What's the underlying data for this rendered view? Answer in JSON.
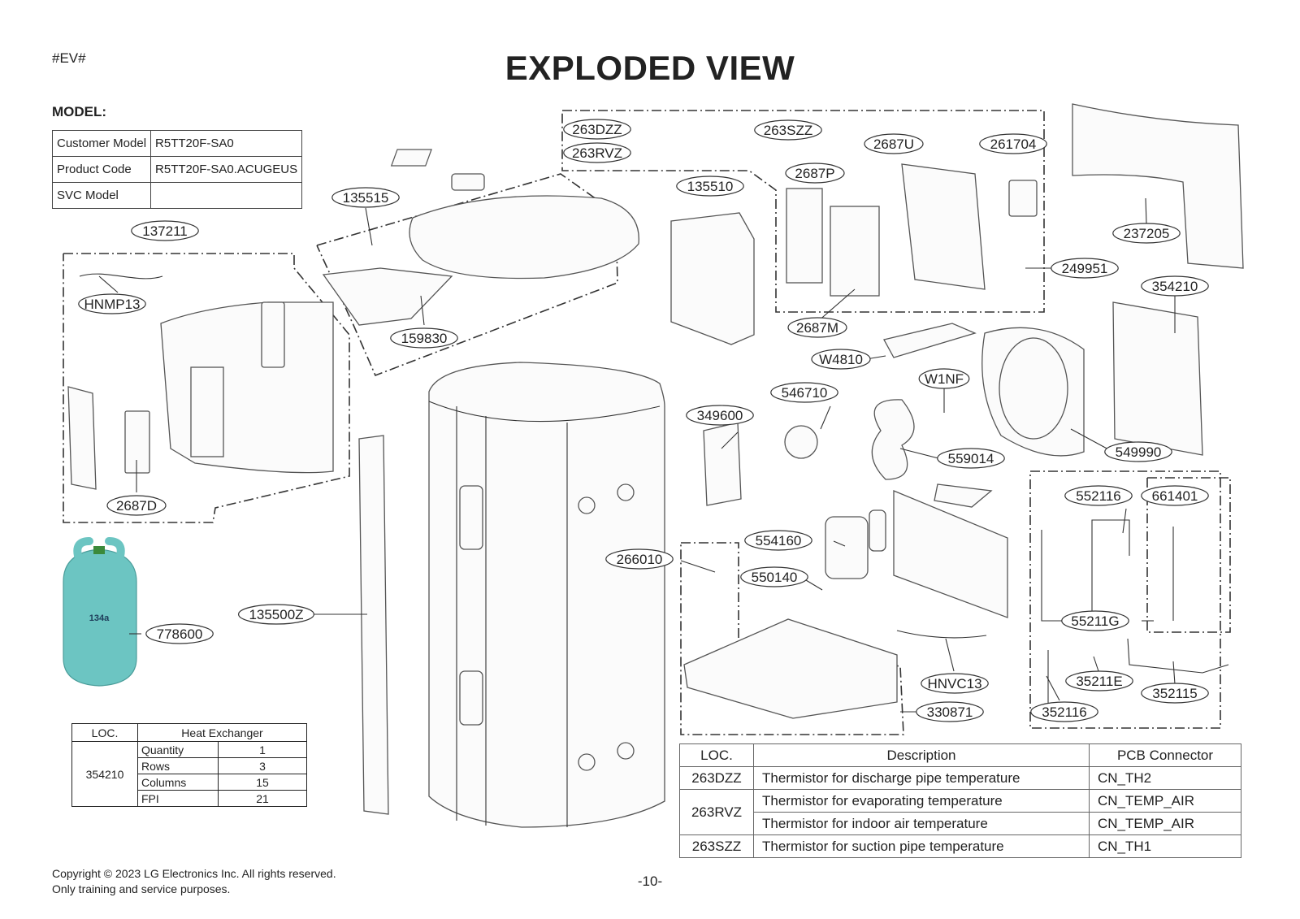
{
  "page": {
    "tag": "#EV#",
    "title": "EXPLODED VIEW",
    "page_number": "-10-",
    "copyright_line1": "Copyright © 2023 LG Electronics Inc. All rights reserved.",
    "copyright_line2": "Only training and service purposes."
  },
  "model": {
    "label": "MODEL:",
    "rows": [
      {
        "key": "Customer Model",
        "value": "R5TT20F-SA0"
      },
      {
        "key": "Product Code",
        "value": "R5TT20F-SA0.ACUGEUS"
      },
      {
        "key": "SVC Model",
        "value": ""
      }
    ]
  },
  "heat_exchanger": {
    "loc_header": "LOC.",
    "group_header": "Heat Exchanger",
    "loc": "354210",
    "rows": [
      {
        "name": "Quantity",
        "value": "1"
      },
      {
        "name": "Rows",
        "value": "3"
      },
      {
        "name": "Columns",
        "value": "15"
      },
      {
        "name": "FPI",
        "value": "21"
      }
    ]
  },
  "thermistors": {
    "headers": [
      "LOC.",
      "Description",
      "PCB Connector"
    ],
    "rows": [
      {
        "loc": "263DZZ",
        "description": "Thermistor for discharge pipe temperature",
        "connector": "CN_TH2"
      },
      {
        "loc": "263RVZ",
        "description": "Thermistor for evaporating temperature",
        "connector": "CN_TEMP_AIR"
      },
      {
        "loc": "",
        "description": "Thermistor for indoor air temperature",
        "connector": "CN_TEMP_AIR"
      },
      {
        "loc": "263SZZ",
        "description": "Thermistor for suction pipe temperature",
        "connector": "CN_TH1"
      }
    ]
  },
  "refrigerant": {
    "can_label": "134a"
  },
  "callouts": [
    "263DZZ",
    "263RVZ",
    "263SZZ",
    "2687U",
    "261704",
    "2687P",
    "135510",
    "135515",
    "137211",
    "HNMP13",
    "159830",
    "2687D",
    "237205",
    "249951",
    "354210",
    "2687M",
    "W4810",
    "W1NF",
    "546710",
    "349600",
    "549990",
    "559014",
    "552116",
    "661401",
    "554160",
    "266010",
    "550140",
    "55211G",
    "135500Z",
    "778600",
    "35211E",
    "352115",
    "HNVC13",
    "352116",
    "330871"
  ]
}
